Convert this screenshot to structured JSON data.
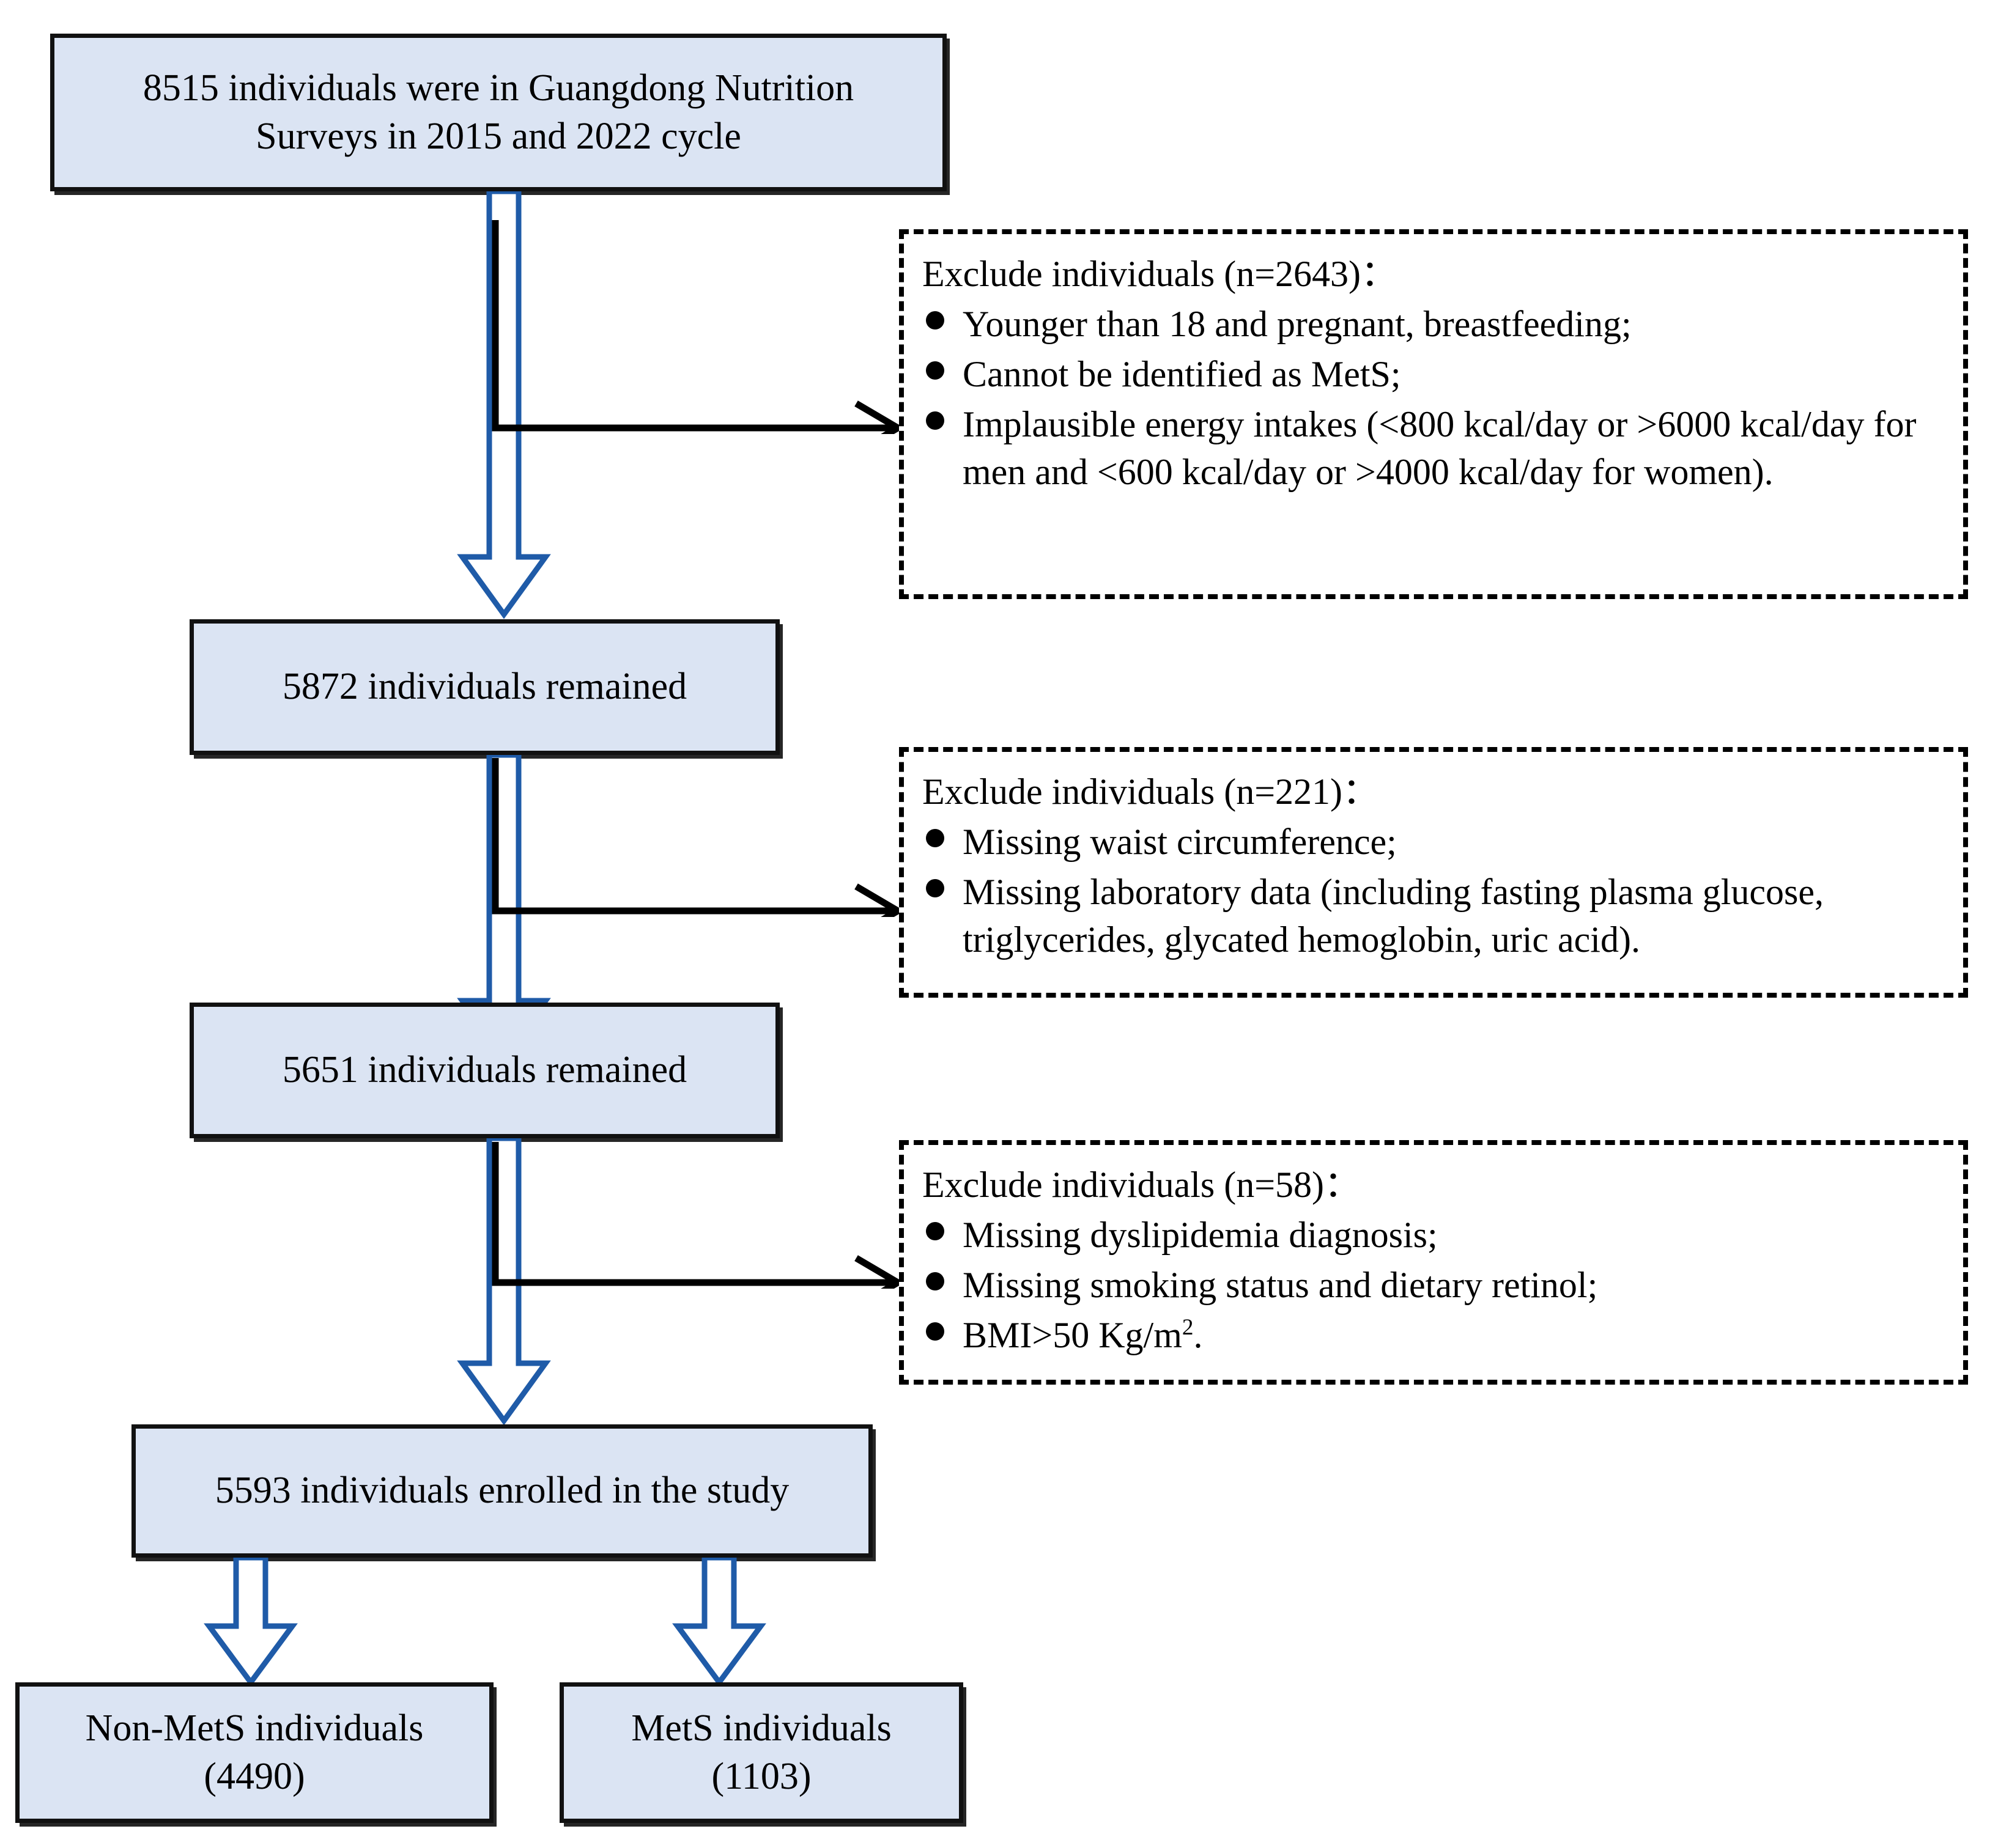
{
  "diagram": {
    "title": "Study participant flow diagram",
    "colors": {
      "box_fill": "#dbe4f3",
      "box_border": "#111111",
      "arrow_blue": "#1f5ba8",
      "dashed_border": "#000000",
      "background": "#ffffff"
    }
  },
  "nodes": {
    "source": {
      "line1": "8515 individuals were in Guangdong Nutrition",
      "line2": "Surveys in 2015 and 2022 cycle"
    },
    "remained_1": "5872 individuals remained",
    "remained_2": "5651 individuals remained",
    "enrolled": "5593 individuals enrolled in the study",
    "non_mets": {
      "label": "Non-MetS individuals",
      "count": "(4490)"
    },
    "mets": {
      "label": "MetS individuals",
      "count": "(1103)"
    }
  },
  "exclusions": [
    {
      "heading": "Exclude individuals (n=2643)：",
      "items": [
        "Younger than 18 and pregnant, breastfeeding;",
        "Cannot be identified as MetS;",
        "Implausible energy intakes (<800 kcal/day or >6000 kcal/day for men and <600 kcal/day or >4000 kcal/day for women)."
      ]
    },
    {
      "heading": "Exclude individuals (n=221)：",
      "items": [
        "Missing waist circumference;",
        "Missing laboratory data (including fasting plasma glucose, triglycerides, glycated hemoglobin, uric acid)."
      ]
    },
    {
      "heading": "Exclude individuals (n=58)：",
      "items": [
        "Missing dyslipidemia diagnosis;",
        "Missing smoking status and dietary retinol;",
        "BMI>50 Kg/m"
      ],
      "bmi_superscript": "2",
      "bmi_suffix": "."
    }
  ]
}
